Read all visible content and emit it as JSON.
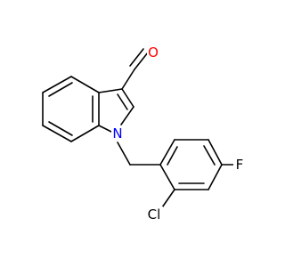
{
  "atoms": {
    "oxygen": {
      "label": "O",
      "color": "#ff0000"
    },
    "nitrogen": {
      "label": "N",
      "color": "#0000ff"
    },
    "fluorine": {
      "label": "F",
      "color": "#000000"
    },
    "chlorine": {
      "label": "Cl",
      "color": "#000000"
    }
  }
}
